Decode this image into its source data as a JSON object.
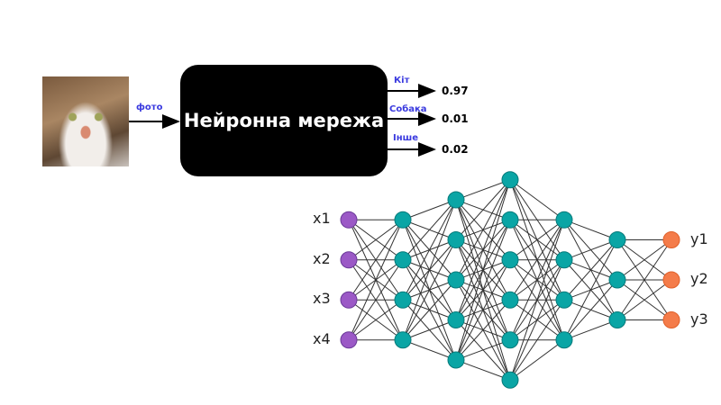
{
  "input": {
    "image": "cat-photo",
    "label": "фото"
  },
  "model": {
    "title": "Нейронна мережа"
  },
  "outputs": [
    {
      "label": "Кіт",
      "value": "0.97"
    },
    {
      "label": "Собака",
      "value": "0.01"
    },
    {
      "label": "Інше",
      "value": "0.02"
    }
  ],
  "network": {
    "layers": [
      4,
      4,
      5,
      6,
      4,
      3,
      3
    ],
    "input_labels": [
      "x1",
      "x2",
      "x3",
      "x4"
    ],
    "output_labels": [
      "y1",
      "y2",
      "y3"
    ],
    "colors": {
      "input": "#9b59c6",
      "hidden": "#0aa5a5",
      "output": "#f47c4a",
      "edge": "#333333"
    }
  }
}
